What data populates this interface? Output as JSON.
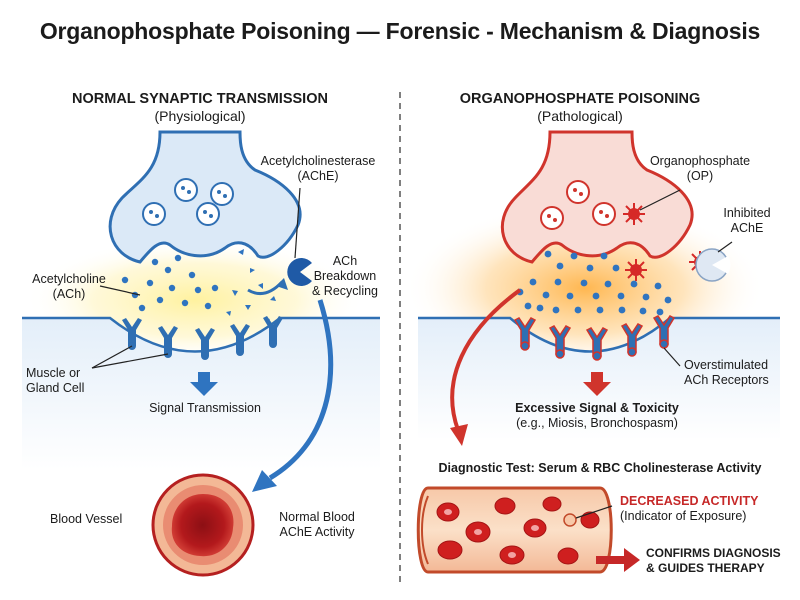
{
  "title": "Organophosphate Poisoning — Forensic - Mechanism & Diagnosis",
  "normal": {
    "heading": "NORMAL SYNAPTIC TRANSMISSION",
    "subheading": "(Physiological)",
    "ache_label_line1": "Acetylcholinesterase",
    "ache_label_line2": "(AChE)",
    "ach_label_line1": "Acetylcholine",
    "ach_label_line2": "(ACh)",
    "breakdown_line1": "ACh",
    "breakdown_line2": "Breakdown",
    "breakdown_line3": "& Recycling",
    "cell_line1": "Muscle or",
    "cell_line2": "Gland Cell",
    "signal": "Signal Transmission",
    "vessel": "Blood Vessel",
    "blood_line1": "Normal Blood",
    "blood_line2": "AChE Activity"
  },
  "poison": {
    "heading": "ORGANOPHOSPHATE POISONING",
    "subheading": "(Pathological)",
    "op_line1": "Organophosphate",
    "op_line2": "(OP)",
    "inhibited_line1": "Inhibited",
    "inhibited_line2": "AChE",
    "receptors_line1": "Overstimulated",
    "receptors_line2": "ACh Receptors",
    "toxicity_line1": "Excessive Signal & Toxicity",
    "toxicity_line2": "(e.g., Miosis, Bronchospasm)",
    "diagnostic": "Diagnostic Test: Serum & RBC Cholinesterase Activity",
    "decreased": "DECREASED ACTIVITY",
    "indicator": "(Indicator of Exposure)",
    "confirms_line1": "CONFIRMS DIAGNOSIS",
    "confirms_line2": "& GUIDES THERAPY"
  },
  "colors": {
    "normal_stroke": "#2f6fb3",
    "normal_fill": "#dbe9f7",
    "poison_stroke": "#d0342c",
    "poison_fill": "#f9dcd6",
    "glow_normal": "#fff3b0",
    "glow_poison": "#ffc070",
    "blood_red": "#c9211e"
  }
}
